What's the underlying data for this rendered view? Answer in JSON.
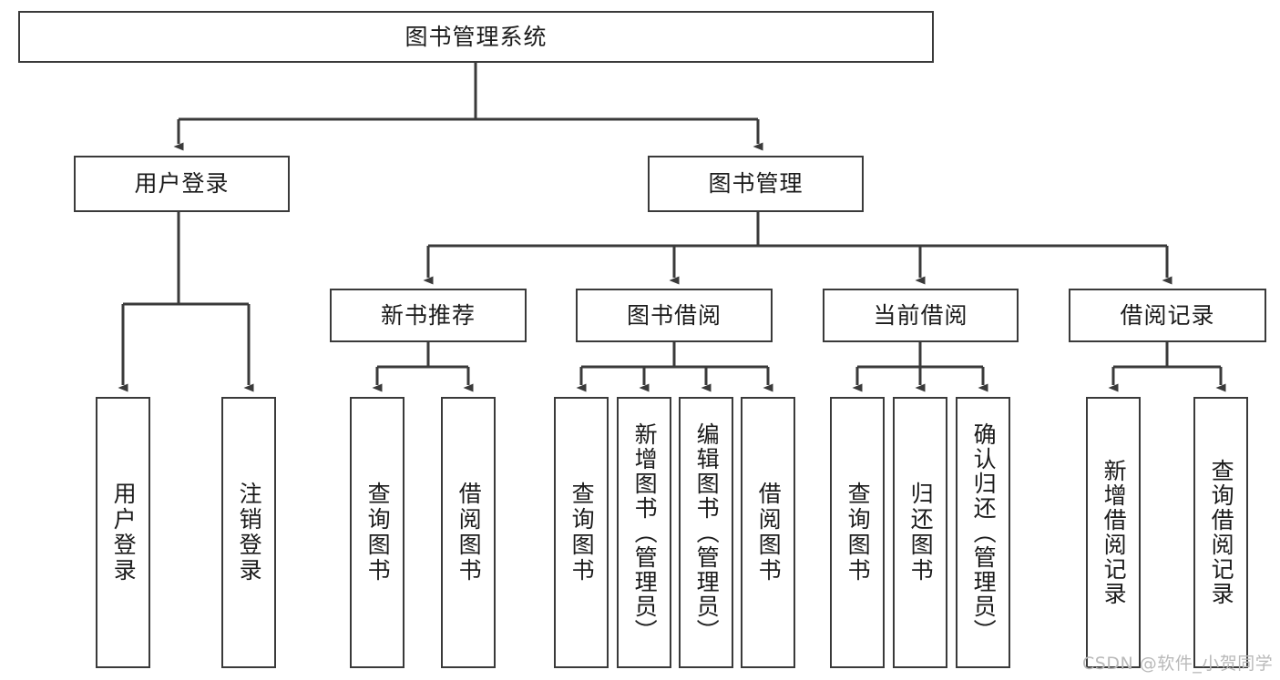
{
  "diagram": {
    "type": "tree-hierarchy",
    "title": "图书管理系统",
    "root": {
      "id": "root",
      "label": "图书管理系统",
      "orientation": "horizontal"
    },
    "level1": [
      {
        "id": "user-login",
        "label": "用户登录",
        "orientation": "horizontal"
      },
      {
        "id": "book-manage",
        "label": "图书管理",
        "orientation": "horizontal"
      }
    ],
    "level2": [
      {
        "id": "new-book-recommend",
        "label": "新书推荐",
        "orientation": "horizontal",
        "parent": "book-manage"
      },
      {
        "id": "book-borrow",
        "label": "图书借阅",
        "orientation": "horizontal",
        "parent": "book-manage"
      },
      {
        "id": "current-borrow",
        "label": "当前借阅",
        "orientation": "horizontal",
        "parent": "book-manage"
      },
      {
        "id": "borrow-record",
        "label": "借阅记录",
        "orientation": "horizontal",
        "parent": "book-manage"
      }
    ],
    "leaves": [
      {
        "id": "leaf-user-login",
        "label": "用户登录",
        "parent": "user-login"
      },
      {
        "id": "leaf-logout-login",
        "label": "注销登录",
        "parent": "user-login"
      },
      {
        "id": "leaf-query-book-1",
        "label": "查询图书",
        "parent": "new-book-recommend"
      },
      {
        "id": "leaf-borrow-book-1",
        "label": "借阅图书",
        "parent": "new-book-recommend"
      },
      {
        "id": "leaf-query-book-2",
        "label": "查询图书",
        "parent": "book-borrow"
      },
      {
        "id": "leaf-add-book",
        "label": "新增图书（管理员）",
        "parent": "book-borrow"
      },
      {
        "id": "leaf-edit-book",
        "label": "编辑图书（管理员）",
        "parent": "book-borrow"
      },
      {
        "id": "leaf-borrow-book-2",
        "label": "借阅图书",
        "parent": "book-borrow"
      },
      {
        "id": "leaf-query-book-3",
        "label": "查询图书",
        "parent": "current-borrow"
      },
      {
        "id": "leaf-return-book",
        "label": "归还图书",
        "parent": "current-borrow"
      },
      {
        "id": "leaf-confirm-return",
        "label": "确认归还（管理员）",
        "parent": "current-borrow"
      },
      {
        "id": "leaf-add-record",
        "label": "新增借阅记录",
        "parent": "borrow-record"
      },
      {
        "id": "leaf-query-record",
        "label": "查询借阅记录",
        "parent": "borrow-record"
      }
    ],
    "colors": {
      "stroke": "#3a3a3a",
      "fill": "#ffffff",
      "text": "#1b1b1b",
      "watermark": "#b9b9b9"
    }
  },
  "watermark": {
    "text": "CSDN @软件_小贺同学"
  }
}
